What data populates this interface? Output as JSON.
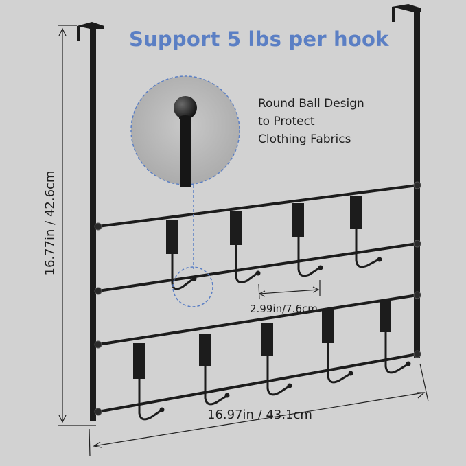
{
  "headline": "Support 5 lbs per hook",
  "callout": {
    "lines": [
      "Round Ball Design",
      "to Protect",
      "Clothing Fabrics"
    ]
  },
  "dimensions": {
    "height": "16.77in / 42.6cm",
    "width": "16.97in / 43.1cm",
    "hook_spacing": "2.99in/7.6cm"
  },
  "colors": {
    "background": "#d2d2d2",
    "headline": "#5b7fc4",
    "rack": "#1c1c1c",
    "dashed_highlight": "#5b7fc4"
  },
  "hooks": {
    "upper_row_count": 4,
    "lower_row_count": 5
  }
}
